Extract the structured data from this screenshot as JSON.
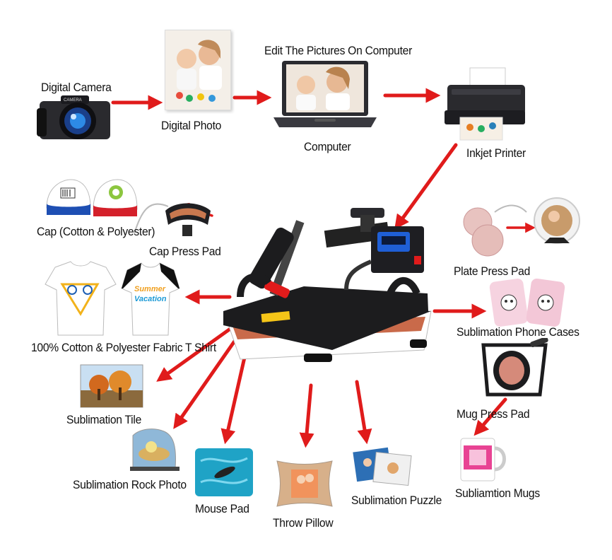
{
  "labels": {
    "digital_camera": "Digital Camera",
    "digital_photo": "Digital Photo",
    "edit_pictures": "Edit The Pictures On Computer",
    "computer": "Computer",
    "inkjet_printer": "Inkjet Printer",
    "cap": "Cap (Cotton & Polyester)",
    "cap_press_pad": "Cap Press Pad",
    "t_shirt": "100% Cotton & Polyester Fabric T Shirt",
    "plate_press_pad": "Plate Press Pad",
    "phone_cases": "Sublimation Phone Cases",
    "mug_press_pad": "Mug Press Pad",
    "sublimation_mugs": "Subliamtion Mugs",
    "sublimation_tile": "Sublimation Tile",
    "rock_photo": "Sublimation Rock Photo",
    "mouse_pad": "Mouse Pad",
    "throw_pillow": "Throw Pillow",
    "sublimation_puzzle": "Sublimation Puzzle"
  },
  "imprints": {
    "camera_badge": "CAMERA",
    "shirt_vacation_1": "Summer",
    "shirt_vacation_2": "Vacation"
  },
  "colors": {
    "arrow": "#e01b1b",
    "machine": "#1c1c1e",
    "platen": "#c96a4a",
    "accent_blue": "#1f5fd6"
  }
}
